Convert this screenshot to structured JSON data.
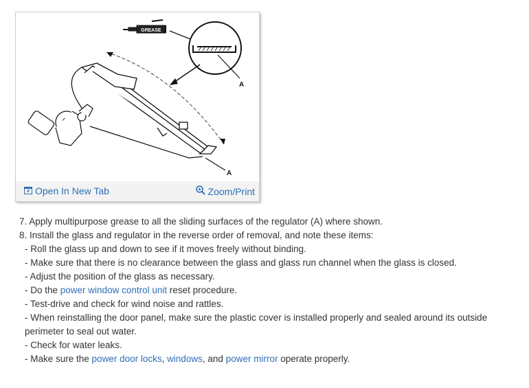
{
  "figure": {
    "grease_label": "GREASE",
    "callout_a_top": "A",
    "callout_a_bottom": "A",
    "open_label": "Open In New Tab",
    "zoom_label": "Zoom/Print",
    "open_icon": "new-tab-icon",
    "zoom_icon": "magnifier-icon",
    "link_color": "#2f6eb8"
  },
  "steps": [
    {
      "num": "7.",
      "text": "Apply multipurpose grease to all the sliding surfaces of the regulator (A) where shown."
    },
    {
      "num": "8.",
      "text": "Install the glass and regulator in the reverse order of removal, and note these items:"
    }
  ],
  "items": {
    "i1": "-  Roll the glass up and down to see if it moves freely without binding.",
    "i2": "-  Make sure that there is no clearance between the glass and glass run channel when the glass is closed.",
    "i3": "-  Adjust the position of the glass as necessary.",
    "i4_pre": "-  Do the ",
    "i4_link": "power window control unit",
    "i4_post": " reset procedure.",
    "i5": "-  Test-drive and check for wind noise and rattles.",
    "i6": "-  When reinstalling the door panel, make sure the plastic cover is installed properly and sealed around its outside perimeter to seal out water.",
    "i7": "-  Check for water leaks.",
    "i8_pre": "-  Make sure the ",
    "i8_link1": "power door locks",
    "i8_sep1": ", ",
    "i8_link2": "windows",
    "i8_sep2": ", and ",
    "i8_link3": "power mirror",
    "i8_post": " operate properly."
  }
}
